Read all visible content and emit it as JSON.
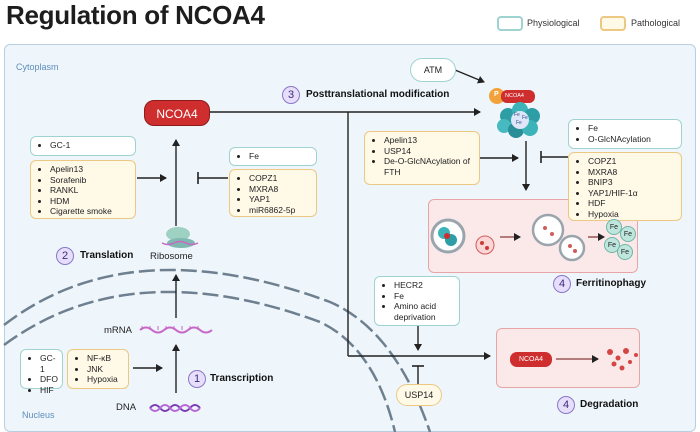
{
  "title": "Regulation of NCOA4",
  "legend": {
    "physiological": "Physiological",
    "pathological": "Pathological"
  },
  "regions": {
    "cytoplasm": "Cytoplasm",
    "nucleus": "Nucleus"
  },
  "center": {
    "ncoa4": "NCOA4",
    "ribosome": "Ribosome",
    "mrna": "mRNA",
    "dna": "DNA"
  },
  "steps": {
    "transcription": {
      "number": "1",
      "label": "Transcription"
    },
    "translation": {
      "number": "2",
      "label": "Translation"
    },
    "ptm": {
      "number": "3",
      "label": "Posttranslational modification"
    },
    "ferritinophagy": {
      "number": "4",
      "label": "Ferritinophagy"
    },
    "degradation": {
      "number": "4",
      "label": "Degradation"
    }
  },
  "transcription_boxes": {
    "left": [
      "GC-1",
      "DFO",
      "HIF"
    ],
    "right": [
      "NF-κB",
      "JNK",
      "Hypoxia"
    ]
  },
  "translation_boxes": {
    "left_phys": [
      "GC-1"
    ],
    "left_path": [
      "Apelin13",
      "Sorafenib",
      "RANKL",
      "HDM",
      "Cigarette smoke"
    ],
    "right_phys": [
      "Fe"
    ],
    "right_path": [
      "COPZ1",
      "MXRA8",
      "YAP1",
      "miR6862-5p"
    ]
  },
  "ptm_boxes": {
    "atm": "ATM",
    "left_path": [
      "Apelin13",
      "USP14",
      "De-O-GlcNAcylation of FTH"
    ],
    "right_phys": [
      "Fe",
      "O-GlcNAcylation"
    ],
    "right_path": [
      "COPZ1",
      "MXRA8",
      "BNIP3",
      "YAP1/HIF-1α",
      "HDF",
      "Hypoxia"
    ],
    "phospho": "P",
    "complex_label": "NCOA4",
    "ferritin_fe": [
      "Fe",
      "Fe",
      "Fe"
    ]
  },
  "ferritinophagy_panel": {
    "fe_labels": [
      "Fe",
      "Fe",
      "Fe",
      "Fe"
    ]
  },
  "degradation_boxes": {
    "phys": [
      "HECR2",
      "Fe",
      "Amino acid deprivation"
    ],
    "usp14": "USP14",
    "ncoa4": "NCOA4"
  }
}
